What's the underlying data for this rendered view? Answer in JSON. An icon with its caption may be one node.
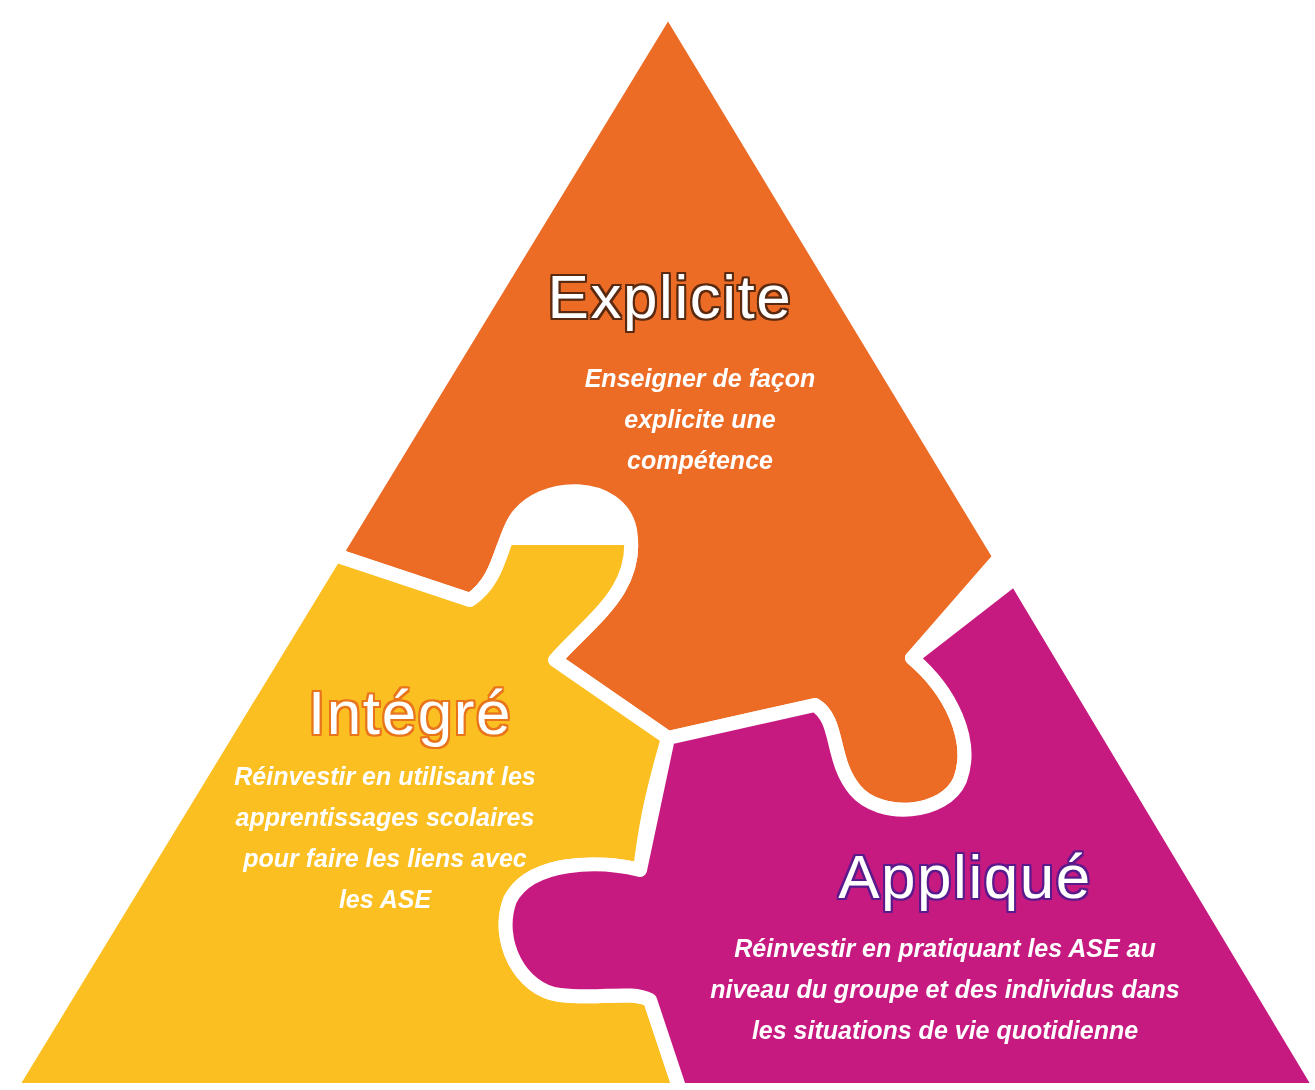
{
  "diagram": {
    "nodes": [
      {
        "text": [
          "Explicite",
          "Enseigner de façon explicite une compétence"
        ]
      },
      {
        "text": [
          "Intégré",
          "Réinvestir en utilisant les apprentissages scolaires pour faire les liens avec les ASE"
        ]
      },
      {
        "text": [
          "Appliqué",
          "Réinvestir en pratiquant les ASE au niveau du groupe et des individus dans les situations de vie quotidienne"
        ]
      }
    ]
  }
}
